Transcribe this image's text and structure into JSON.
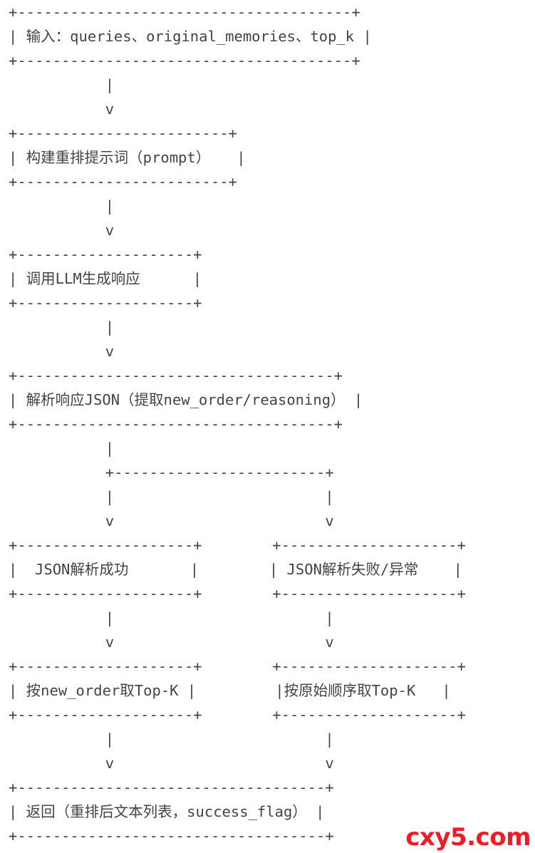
{
  "diagram": {
    "lines": [
      "+--------------------------------------+",
      "| 输入：queries、original_memories、top_k |",
      "+--------------------------------------+",
      "           |",
      "           v",
      "+------------------------+",
      "| 构建重排提示词（prompt）   |",
      "+------------------------+",
      "           |",
      "           v",
      "+--------------------+",
      "| 调用LLM生成响应      |",
      "+--------------------+",
      "           |",
      "           v",
      "+------------------------------------+",
      "| 解析响应JSON（提取new_order/reasoning） |",
      "+------------------------------------+",
      "           |",
      "           +------------------------+",
      "           |                        |",
      "           v                        v",
      "+--------------------+        +--------------------+",
      "|  JSON解析成功       |        | JSON解析失败/异常    |",
      "+--------------------+        +--------------------+",
      "           |                        |",
      "           v                        v",
      "+--------------------+        +--------------------+",
      "| 按new_order取Top-K |         |按原始顺序取Top-K   |",
      "+--------------------+        +--------------------+",
      "           |                        |",
      "           v                        v",
      "+-----------------------------------+",
      "| 返回（重排后文本列表，success_flag） |",
      "+-----------------------------------+"
    ]
  },
  "watermark": {
    "text": "cxy5.com",
    "color": "#ee1c25"
  }
}
